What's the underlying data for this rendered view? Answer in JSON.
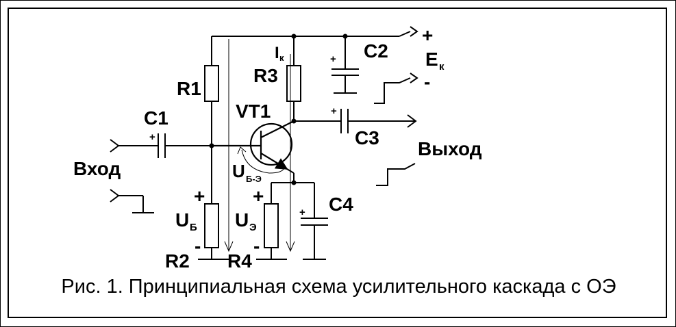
{
  "labels": {
    "r1": "R1",
    "r2": "R2",
    "r3": "R3",
    "r4": "R4",
    "c1": "C1",
    "c2": "C2",
    "c3": "C3",
    "c4": "C4",
    "vt1": "VT1",
    "ik_main": "I",
    "ik_sub": "к",
    "ek_main": "E",
    "ek_sub": "к",
    "ub_main": "U",
    "ub_sub": "Б",
    "ue_main": "U",
    "ue_sub": "Э",
    "ube_main": "U",
    "ube_sub": "Б-Э",
    "input": "Вход",
    "output": "Выход",
    "plus": "+",
    "minus": "-"
  },
  "caption": "Рис. 1. Принципиальная схема усилительного каскада с ОЭ"
}
